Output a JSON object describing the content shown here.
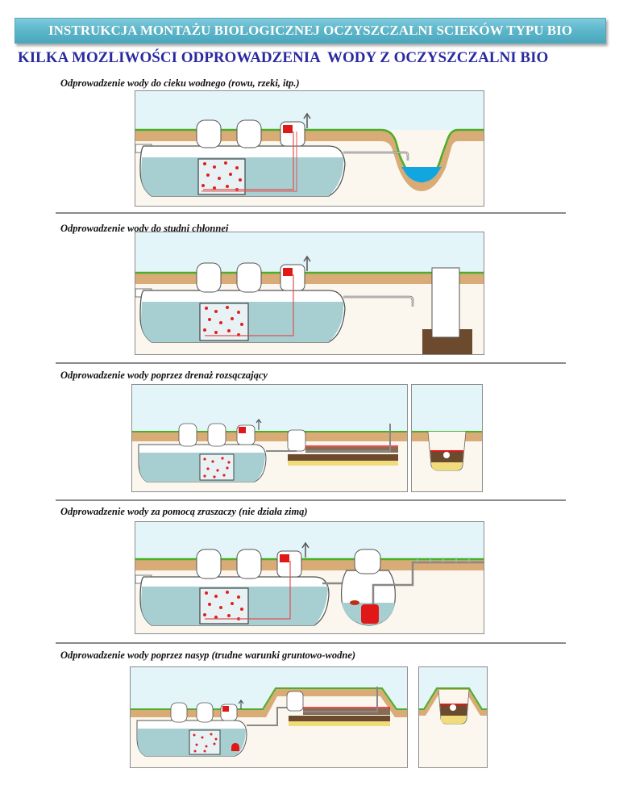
{
  "header": {
    "title": "INSTRUKCJA MONTAŻU BIOLOGICZNEJ OCZYSZCZALNI SCIEKÓW TYPU BIO"
  },
  "subtitle": "KILKA MOZLIWOŚCI ODPROWADZENIA  WODY Z OCZYSZCZALNI BIO",
  "sections": [
    {
      "caption": "Odprowadzenie wody do cieku wodnego (rowu, rzeki, itp.)",
      "diagram": "treatment-plant-to-watercourse",
      "cross_section": false
    },
    {
      "caption": "Odprowadzenie wody do studni chłonnej",
      "diagram": "treatment-plant-to-soakaway-well",
      "cross_section": false
    },
    {
      "caption": "Odprowadzenie wody poprzez drenaż rozsączający",
      "diagram": "treatment-plant-to-drainage-field",
      "cross_section": true
    },
    {
      "caption": "Odprowadzenie wody za pomocą zraszaczy (nie działa zimą)",
      "diagram": "treatment-plant-to-sprinklers",
      "cross_section": false
    },
    {
      "caption": "Odprowadzenie wody poprzez nasyp (trudne warunki gruntowo-wodne)",
      "diagram": "treatment-plant-to-mound",
      "cross_section": true
    }
  ],
  "colors": {
    "header_bar": "#5fb8cc",
    "subtitle": "#2a2aa0",
    "sky": "#e3f5f8",
    "grass": "#4cae2a",
    "topsoil": "#c98a45",
    "ground": "#fbf7ee",
    "tank_water": "#a7cfd2",
    "media_dot": "#e02020",
    "pump": "#e01818",
    "stream_water": "#12a6e0",
    "gravel": "#6b4a2e",
    "sand": "#f0dc7a"
  }
}
